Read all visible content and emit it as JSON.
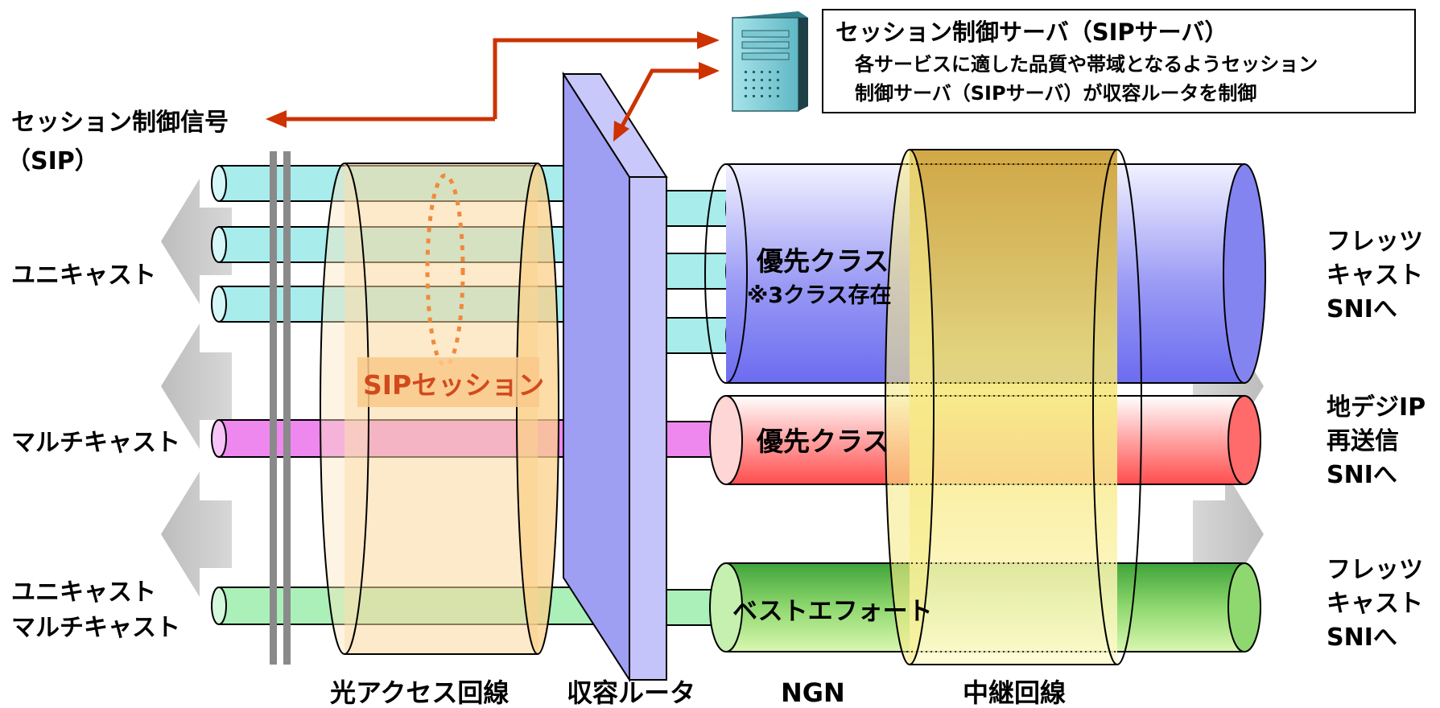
{
  "server_box": {
    "title": "セッション制御サーバ（SIPサーバ）",
    "line1": "各サービスに適した品質や帯域となるようセッション",
    "line2": "制御サーバ（SIPサーバ）が収容ルータを制御"
  },
  "signal_label": {
    "line1": "セッション制御信号",
    "line2": "（SIP）"
  },
  "left_labels": {
    "unicast": "ユニキャスト",
    "multicast": "マルチキャスト",
    "mixed_line1": "ユニキャスト",
    "mixed_line2": "マルチキャスト"
  },
  "right_labels": {
    "top": [
      "フレッツ",
      "キャスト",
      "SNIへ"
    ],
    "middle": [
      "地デジIP",
      "再送信",
      "SNIへ"
    ],
    "bottom": [
      "フレッツ",
      "キャスト",
      "SNIへ"
    ]
  },
  "sip_session_label": "SIPセッション",
  "class_labels": {
    "priority_blue": "優先クラス",
    "priority_note": "※3クラス存在",
    "priority_red": "優先クラス",
    "best_effort": "ベストエフォート"
  },
  "bottom_labels": {
    "access": "光アクセス回線",
    "router": "収容ルータ",
    "ngn": "NGN",
    "relay": "中継回線"
  },
  "colors": {
    "arrow_red": "#cc3300",
    "pipe_cyan": "#a8ecec",
    "pipe_magenta": "#ee88ee",
    "pipe_green": "#aaf0b8",
    "access_fill": "#fcd9a0",
    "router_fill": "#b3b3f5",
    "ngn_blue": "#7b7bee",
    "ngn_red": "#ff6a6a",
    "ngn_green": "#6fcf5f",
    "relay_gold": "#d4a73a",
    "big_arrow": "#bfbfbf"
  },
  "icons": [
    "server-tower-icon",
    "left-block-arrow-icon",
    "right-block-arrow-icon"
  ]
}
